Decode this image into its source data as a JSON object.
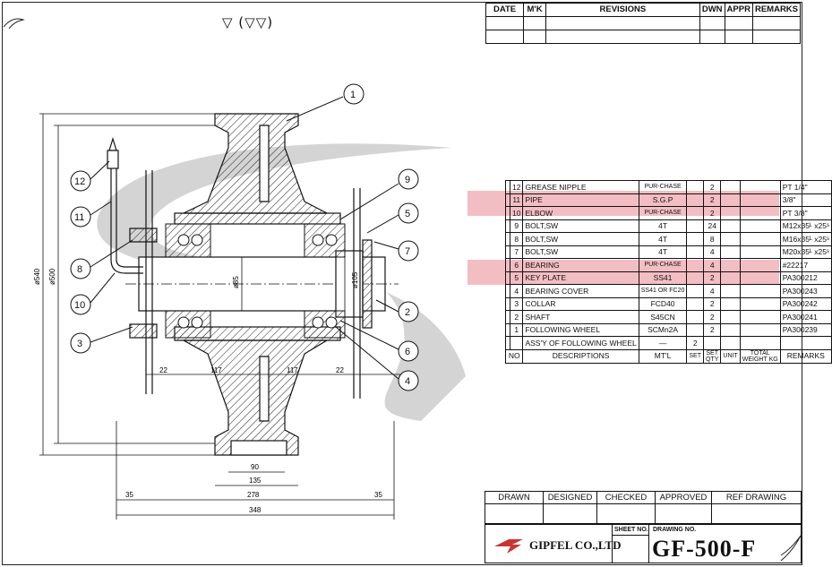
{
  "surface_symbol": "▽ (▽▽)",
  "revisions": {
    "headers": [
      "DATE",
      "M'K",
      "REVISIONS",
      "DWN",
      "APPR",
      "REMARKS"
    ]
  },
  "bom": {
    "rows": [
      {
        "no": "12",
        "desc": "GREASE NIPPLE",
        "mtl": "PUR-CHASE",
        "qty": "2",
        "remarks": "PT 1/4\""
      },
      {
        "no": "11",
        "desc": "PIPE",
        "mtl": "S.G.P",
        "qty": "2",
        "remarks": "3/8\""
      },
      {
        "no": "10",
        "desc": "ELBOW",
        "mtl": "PUR-CHASE",
        "qty": "2",
        "remarks": "PT 3/8\""
      },
      {
        "no": "9",
        "desc": "BOLT,SW",
        "mtl": "4T",
        "qty": "24",
        "remarks": "M12x35ᴸ x25ˢ"
      },
      {
        "no": "8",
        "desc": "BOLT,SW",
        "mtl": "4T",
        "qty": "8",
        "remarks": "M16x35ᴸ x25ˢ"
      },
      {
        "no": "7",
        "desc": "BOLT,SW",
        "mtl": "4T",
        "qty": "4",
        "remarks": "M20x35ᴸ x25ˢ"
      },
      {
        "no": "6",
        "desc": "BEARING",
        "mtl": "PUR-CHASE",
        "qty": "4",
        "remarks": "#22217"
      },
      {
        "no": "5",
        "desc": "KEY PLATE",
        "mtl": "SS41",
        "qty": "2",
        "remarks": "PA300212"
      },
      {
        "no": "4",
        "desc": "BEARING COVER",
        "mtl": "SS41 OR FC20",
        "qty": "4",
        "remarks": "PA300243"
      },
      {
        "no": "3",
        "desc": "COLLAR",
        "mtl": "FCD40",
        "qty": "2",
        "remarks": "PA300242"
      },
      {
        "no": "2",
        "desc": "SHAFT",
        "mtl": "S45CN",
        "qty": "2",
        "remarks": "PA300241"
      },
      {
        "no": "1",
        "desc": "FOLLOWING WHEEL",
        "mtl": "SCMn2A",
        "qty": "2",
        "remarks": "PA300239"
      },
      {
        "no": "",
        "desc": "ASS'Y OF FOLLOWING WHEEL",
        "mtl": "—",
        "qty": "",
        "set": "2",
        "remarks": ""
      }
    ],
    "header": {
      "no": "NO",
      "desc": "DESCRIPTIONS",
      "mtl": "MT'L",
      "set": "SET",
      "set2": "SET",
      "unit": "UNIT",
      "total": "TOTAL",
      "qty": "QTY",
      "weight": "WEIGHT KG",
      "remarks": "REMARKS"
    }
  },
  "title_block": {
    "headers": [
      "DRAWN",
      "DESIGNED",
      "CHECKED",
      "APPROVED",
      "REF DRAWING"
    ],
    "sheet_no_label": "SHEET NO.",
    "drawing_no_label": "DRAWING NO.",
    "company": "GIPFEL CO.,LTD",
    "drawing_no": "GF-500-F"
  },
  "dimensions": {
    "d540": "ø540",
    "d500": "ø500",
    "d85": "ø85",
    "d105": "ø105",
    "w22a": "22",
    "w117a": "117",
    "w117b": "117",
    "w22b": "22",
    "w90": "90",
    "w135": "135",
    "w35a": "35",
    "w278": "278",
    "w35b": "35",
    "w348": "348"
  },
  "balloons": [
    "1",
    "2",
    "3",
    "4",
    "5",
    "6",
    "7",
    "8",
    "9",
    "10",
    "11",
    "12"
  ],
  "colors": {
    "watermark_gray": "#c9c9c9",
    "watermark_red": "#f2b7bd",
    "ink": "#111111"
  }
}
